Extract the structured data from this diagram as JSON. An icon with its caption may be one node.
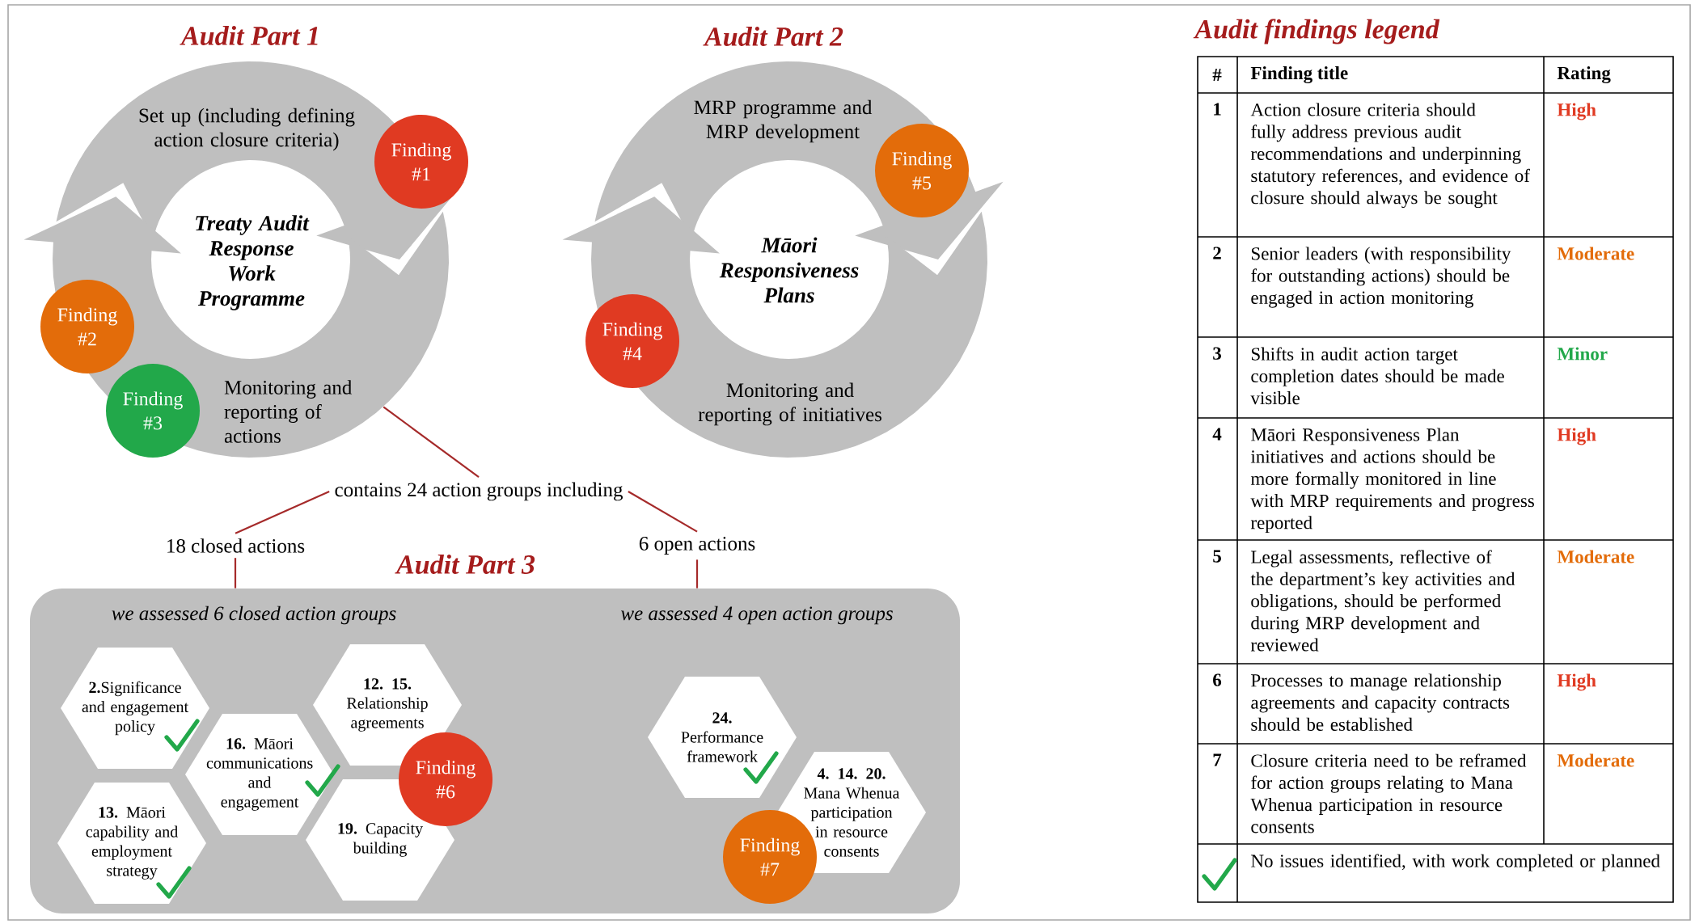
{
  "diagram": {
    "nodes": [
      {
        "text": [
          "Audit Part 1",
          "Set up (including defining action closure criteria)",
          "Treaty Audit Response Work Programme",
          "Monitoring and reporting of actions"
        ]
      },
      {
        "text": [
          "Finding #1"
        ]
      },
      {
        "text": [
          "Finding #2"
        ],
        "in": 0
      },
      {
        "text": [
          "Finding #3"
        ],
        "in": 0
      },
      {
        "text": [
          "Audit Part 2",
          "MRP programme and MRP development",
          "Māori Responsiveness Plans",
          "Monitoring and reporting of initiatives"
        ]
      },
      {
        "text": [
          "Finding #5"
        ]
      },
      {
        "text": [
          "Finding #4"
        ],
        "in": 4
      },
      {
        "text": [
          "contains 24 action groups including"
        ]
      },
      {
        "text": [
          "18 closed actions"
        ]
      },
      {
        "text": [
          "6 open actions"
        ]
      },
      {
        "text": [
          "Audit Part 3",
          "we assessed 6 closed action groups",
          "we assessed 4 open action groups"
        ]
      },
      {
        "text": [
          "**2.**Significance and engagement policy"
        ],
        "in": 10
      },
      {
        "text": [
          "**12. 15.** Relationship agreements"
        ],
        "in": 10
      },
      {
        "text": [
          "**16.** Māori communications and engagement"
        ],
        "in": 10
      },
      {
        "text": [
          "**13.** Māori capability and employment strategy"
        ],
        "in": 10
      },
      {
        "text": [
          "**19.** Capacity building"
        ],
        "in": 10
      },
      {
        "text": [
          "Finding #6"
        ],
        "in": 10
      },
      {
        "text": [
          "**24.** Performance framework"
        ],
        "in": 10
      },
      {
        "text": [
          "**4. 14. 20.** Mana Whenua participation in resource consents"
        ],
        "in": 10
      },
      {
        "text": [
          "Finding #7"
        ],
        "in": 10
      }
    ],
    "edges": [
      {
        "from": 0,
        "to": 7,
        "arrow": "none"
      },
      {
        "from": 7,
        "to": 8,
        "arrow": "none"
      },
      {
        "from": 7,
        "to": 9,
        "arrow": "none"
      },
      {
        "from": 8,
        "to": 10,
        "arrow": "none"
      },
      {
        "from": 9,
        "to": 10,
        "arrow": "none"
      }
    ],
    "labels": [
      "Audit findings legend",
      "#",
      "Finding title",
      "Rating",
      "1",
      "Action closure criteria should fully address previous audit recommendations and underpinning statutory references, and evidence of closure should always be sought",
      "High",
      "2",
      "Senior leaders (with responsibility for outstanding actions) should be engaged in action monitoring",
      "Moderate",
      "3",
      "Shifts in audit action target completion dates should be made visible",
      "Minor",
      "4",
      "Māori Responsiveness Plan initiatives and actions should be more formally monitored in line with MRP requirements and progress reported",
      "High",
      "5",
      "Legal assessments, reflective of the department’s key activities and obligations, should be performed during MRP development and reviewed",
      "Moderate",
      "6",
      "Processes to manage relationship agreements and capacity contracts should be established",
      "High",
      "7",
      "Closure criteria need to be reframed for action groups relating to Mana Whenua participation in resource consents",
      "Moderate",
      "No issues identified, with work completed or planned"
    ]
  }
}
